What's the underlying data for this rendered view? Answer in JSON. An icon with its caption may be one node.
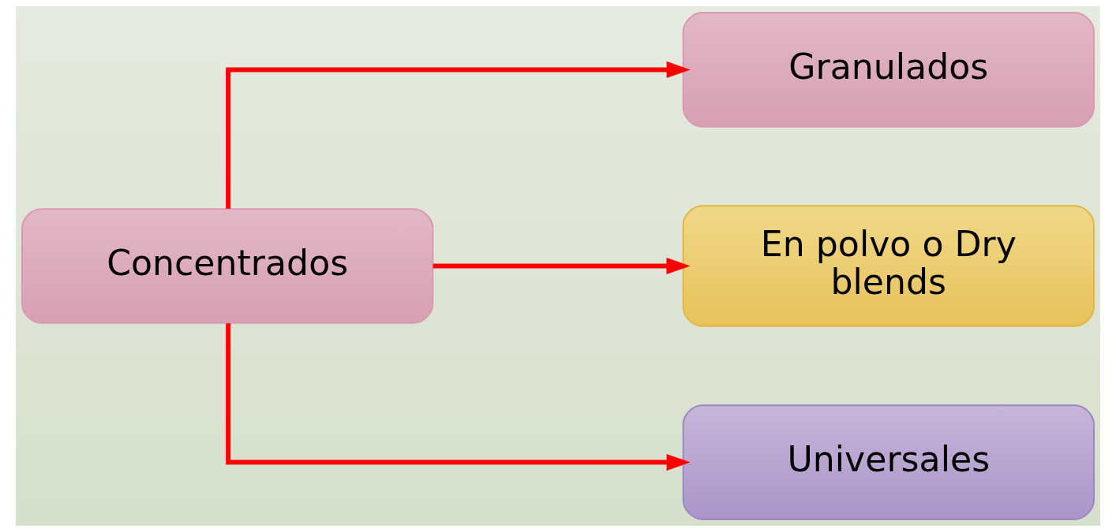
{
  "diagram": {
    "nodes": [
      {
        "text": [
          "Concentrados"
        ]
      },
      {
        "text": [
          "Granulados"
        ]
      },
      {
        "text": [
          "En polvo o Dry blends"
        ]
      },
      {
        "text": [
          "Universales"
        ]
      }
    ],
    "edges": [
      {
        "from": 0,
        "to": 1,
        "arrow": "to"
      },
      {
        "from": 0,
        "to": 2,
        "arrow": "to"
      },
      {
        "from": 0,
        "to": 3,
        "arrow": "to"
      }
    ]
  }
}
